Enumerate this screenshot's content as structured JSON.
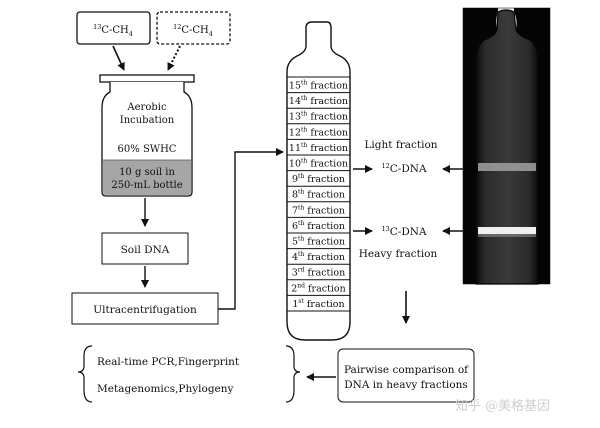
{
  "labels": {
    "c13_box": [
      "13",
      "C-CH",
      "4"
    ],
    "c12_box": [
      "12",
      "C-CH",
      "4"
    ],
    "bottle_aerobic": "Aerobic",
    "bottle_incubation": "Incubation",
    "bottle_swhc": "60% SWHC",
    "bottle_soil_line1": "10 g soil in",
    "bottle_soil_line2": "250-mL bottle",
    "soil_dna": "Soil DNA",
    "ultracentrifugation": "Ultracentrifugation",
    "light_fraction": "Light fraction",
    "c12_dna": [
      "12",
      "C-DNA"
    ],
    "c13_dna": [
      "13",
      "C-DNA"
    ],
    "heavy_fraction": "Heavy fraction",
    "pairwise_line1": "Pairwise comparison of",
    "pairwise_line2": "DNA in heavy fractions",
    "analysis_line1": "Real-time PCR,Fingerprint",
    "analysis_line2": "Metagenomics,Phylogeny",
    "watermark": "知乎 @美格基因"
  },
  "fractions": [
    {
      "n": "15",
      "sup": "th",
      "rest": " fraction"
    },
    {
      "n": "14",
      "sup": "th",
      "rest": " fraction"
    },
    {
      "n": "13",
      "sup": "th",
      "rest": " fraction"
    },
    {
      "n": "12",
      "sup": "th",
      "rest": " fraction"
    },
    {
      "n": "11",
      "sup": "th",
      "rest": " fraction"
    },
    {
      "n": "10",
      "sup": "th",
      "rest": " fraction"
    },
    {
      "n": "9",
      "sup": "th",
      "rest": " fraction"
    },
    {
      "n": "8",
      "sup": "th",
      "rest": " fraction"
    },
    {
      "n": "7",
      "sup": "th",
      "rest": " fraction"
    },
    {
      "n": "6",
      "sup": "th",
      "rest": " fraction"
    },
    {
      "n": "5",
      "sup": "th",
      "rest": " fraction"
    },
    {
      "n": "4",
      "sup": "th",
      "rest": " fraction"
    },
    {
      "n": "3",
      "sup": "rd",
      "rest": " fraction"
    },
    {
      "n": "2",
      "sup": "nd",
      "rest": " fraction"
    },
    {
      "n": "1",
      "sup": "st",
      "rest": " fraction"
    }
  ],
  "colors": {
    "soil_fill": "#a6a6a6",
    "photo_bg": "#1f1f1f",
    "band_light": "#9a9a9a",
    "band_heavy": "#f0f0f0"
  }
}
